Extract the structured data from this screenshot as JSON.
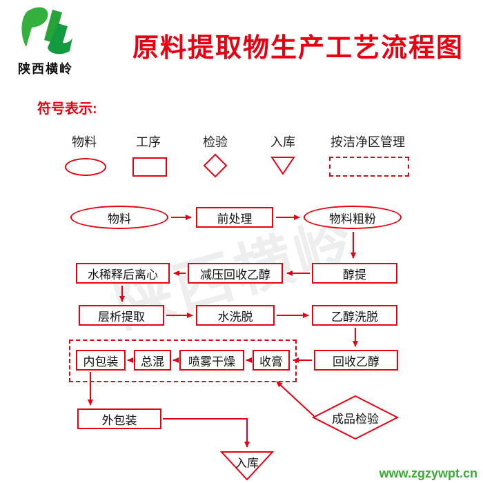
{
  "header": {
    "logo_text": "陕西横岭",
    "title": "原料提取物生产工艺流程图"
  },
  "legend": {
    "heading": "符号表示:",
    "items": [
      {
        "label": "物料",
        "shape": "ellipse"
      },
      {
        "label": "工序",
        "shape": "rectangle"
      },
      {
        "label": "检验",
        "shape": "diamond"
      },
      {
        "label": "入库",
        "shape": "triangle-down"
      },
      {
        "label": "按洁净区管理",
        "shape": "dashed-rectangle"
      }
    ]
  },
  "flowchart": {
    "nodes": {
      "material": "物料",
      "pretreatment": "前处理",
      "coarse_powder": "物料粗粉",
      "water_dilution_centrifuge": "水稀释后离心",
      "vacuum_ethanol_recovery": "减压回收乙醇",
      "ethanol_extraction": "醇提",
      "chromatography_extraction": "层析提取",
      "water_elution": "水洗脱",
      "ethanol_elution": "乙醇洗脱",
      "ethanol_recovery": "回收乙醇",
      "inner_packaging": "内包装",
      "total_blending": "总混",
      "spray_drying": "喷雾干燥",
      "paste_collection": "收膏",
      "outer_packaging": "外包装",
      "finished_product_inspection": "成品检验",
      "warehousing": "入库"
    },
    "edges": [
      {
        "from": "material",
        "to": "pretreatment"
      },
      {
        "from": "pretreatment",
        "to": "coarse_powder"
      },
      {
        "from": "coarse_powder",
        "to": "ethanol_extraction"
      },
      {
        "from": "ethanol_extraction",
        "to": "vacuum_ethanol_recovery"
      },
      {
        "from": "vacuum_ethanol_recovery",
        "to": "water_dilution_centrifuge"
      },
      {
        "from": "water_dilution_centrifuge",
        "to": "chromatography_extraction"
      },
      {
        "from": "chromatography_extraction",
        "to": "water_elution"
      },
      {
        "from": "water_elution",
        "to": "ethanol_elution"
      },
      {
        "from": "ethanol_elution",
        "to": "ethanol_recovery"
      },
      {
        "from": "ethanol_recovery",
        "to": "paste_collection"
      },
      {
        "from": "paste_collection",
        "to": "spray_drying"
      },
      {
        "from": "spray_drying",
        "to": "total_blending"
      },
      {
        "from": "total_blending",
        "to": "inner_packaging"
      },
      {
        "from": "inner_packaging",
        "to": "outer_packaging"
      },
      {
        "from": "outer_packaging",
        "to": "warehousing"
      },
      {
        "from": "finished_product_inspection",
        "to": "clean_area"
      }
    ]
  },
  "watermark": "陕西横岭",
  "footer": {
    "website": "www.zgzywpt.cn"
  },
  "colors": {
    "accent_red": "#e60012",
    "logo_green": "#2fae38",
    "footer_green": "#3aaa35",
    "watermark_gray": "#cfcfcf"
  }
}
